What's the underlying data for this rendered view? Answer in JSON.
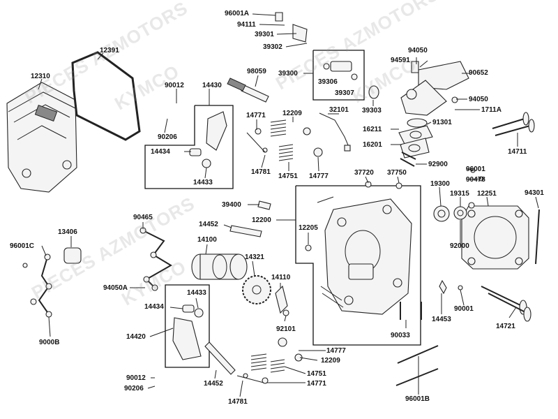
{
  "watermarks": [
    "PIECES AZMOTORS",
    "KYMCO",
    "PIECES AZMOTORS",
    "KYMCO",
    "PIECES AZMOTORS",
    "KYMCO"
  ],
  "parts": {
    "p96001A": "96001A",
    "p94111": "94111",
    "p39301": "39301",
    "p39302": "39302",
    "p12391": "12391",
    "p12310": "12310",
    "p94050_top": "94050",
    "p94591": "94591",
    "p90652": "90652",
    "p94050_mid": "94050",
    "p1711A": "1711A",
    "p98059": "98059",
    "p39300": "39300",
    "p39306": "39306",
    "p39307": "39307",
    "p39303": "39303",
    "p90012_top": "90012",
    "p14430": "14430",
    "p14771_top": "14771",
    "p12209_top": "12209",
    "p32101": "32101",
    "p90206_top": "90206",
    "p14434_top": "14434",
    "p14433_top": "14433",
    "p14781_top": "14781",
    "p14751_top": "14751",
    "p14777_top": "14777",
    "p16211": "16211",
    "p91301": "91301",
    "p16201": "16201",
    "p14711": "14711",
    "p92900": "92900",
    "p37720": "37720",
    "p37750": "37750",
    "p96001": "96001",
    "p90478": "90478",
    "p19300": "19300",
    "p19315": "19315",
    "p12251": "12251",
    "p94301": "94301",
    "p39400": "39400",
    "p12200": "12200",
    "p90465": "90465",
    "p14452_top": "14452",
    "p14100": "14100",
    "p12205": "12205",
    "p92000": "92000",
    "p96001C": "96001C",
    "p13406": "13406",
    "p14321": "14321",
    "p14110": "14110",
    "p94050A": "94050A",
    "p14433_bot": "14433",
    "p14434_bot": "14434",
    "p92101": "92101",
    "p90033": "90033",
    "p14453": "14453",
    "p90001": "90001",
    "p14721": "14721",
    "p9000B": "9000B",
    "p14420": "14420",
    "p14777_bot": "14777",
    "p12209_bot": "12209",
    "p14751_bot": "14751",
    "p90012_bot": "90012",
    "p90206_bot": "90206",
    "p14452_bot": "14452",
    "p14771_bot": "14771",
    "p14781_bot": "14781",
    "p96001B": "96001B"
  }
}
